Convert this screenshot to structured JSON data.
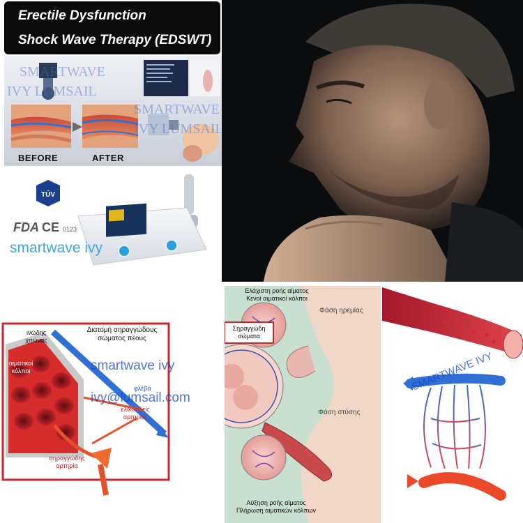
{
  "header": {
    "title_line1": "Erectile Dysfunction",
    "title_line2": "Shock Wave Therapy (EDSWT)"
  },
  "before_after": {
    "before_label": "BEFORE",
    "after_label": "AFTER",
    "watermark_line1": "SMARTWAVE",
    "watermark_line2": "IVY LUMSAIL"
  },
  "device": {
    "cert_fda": "FDA",
    "cert_ce": "CE",
    "cert_ce_number": "0123",
    "tuv_badge": "TÜV",
    "watermark": "smartwave ivy"
  },
  "diagram_cross_section": {
    "title": "Διατομή σηραγγώδους σώματος πέους",
    "label_tunica": "ινώδης χιτώνας",
    "label_sinuses": "αιματικοί κόλποι",
    "label_vein": "φλέβα",
    "label_helicine": "ελικοειδείς αρτηρίες",
    "label_artery": "σηραγγώδης αρτηρία",
    "watermark_name": "smartwave ivy",
    "watermark_email": "ivy@lumsail.com"
  },
  "diagram_phases": {
    "top_caption_line1": "Ελάχιστη ροής αίματος",
    "top_caption_line2": "Κενοί αιματικοί κόλποι",
    "label_cavernosa_line1": "Σηραγγώδη",
    "label_cavernosa_line2": "σώματα",
    "phase_rest": "Φάση ηρεμίας",
    "phase_erection": "Φάση στύσης",
    "bottom_caption_line1": "Αύξηση ροής αίματος",
    "bottom_caption_line2": "Πλήρωση αιματικών κόλπων"
  },
  "diagram_vessel": {
    "watermark": "SMARTWAVE IVY"
  },
  "colors": {
    "blood_red": "#d42a2a",
    "vein_blue": "#2f6fd6",
    "watermark_blue": "#3aa6e8",
    "frame_red": "#c8262a"
  }
}
